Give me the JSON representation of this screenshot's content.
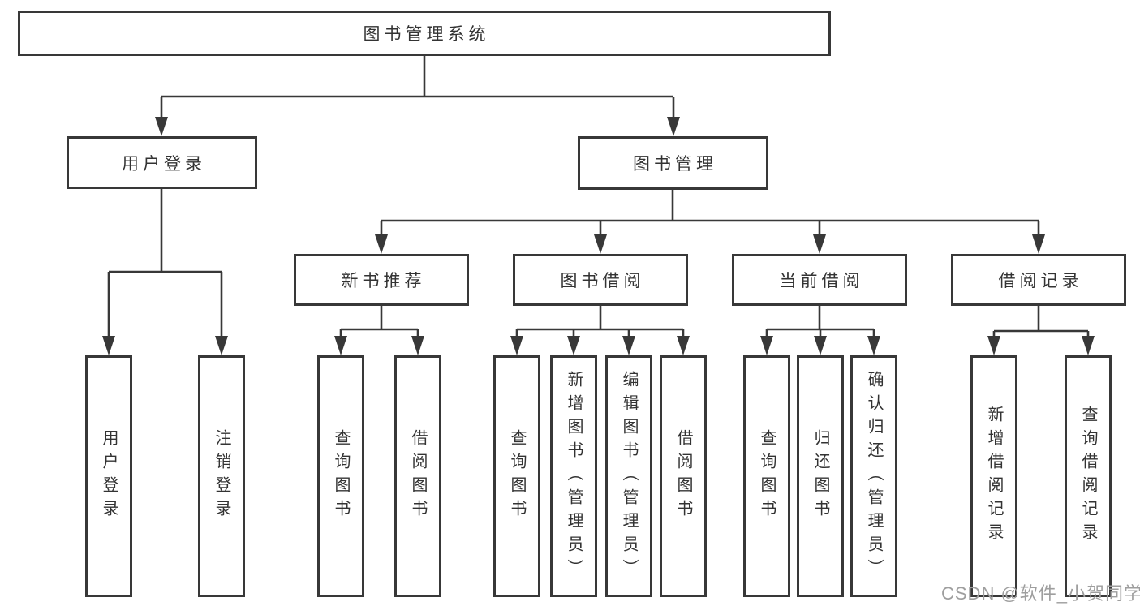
{
  "tree": {
    "root": {
      "label": "图书管理系统"
    },
    "branches": [
      {
        "label": "用户登录",
        "children": [
          {
            "label": "用户登录"
          },
          {
            "label": "注销登录"
          }
        ]
      },
      {
        "label": "图书管理",
        "children": [
          {
            "label": "新书推荐",
            "children": [
              {
                "label": "查询图书"
              },
              {
                "label": "借阅图书"
              }
            ]
          },
          {
            "label": "图书借阅",
            "children": [
              {
                "label": "查询图书"
              },
              {
                "label": "新增图书（管理员）"
              },
              {
                "label": "编辑图书（管理员）"
              },
              {
                "label": "借阅图书"
              }
            ]
          },
          {
            "label": "当前借阅",
            "children": [
              {
                "label": "查询图书"
              },
              {
                "label": "归还图书"
              },
              {
                "label": "确认归还（管理员）"
              }
            ]
          },
          {
            "label": "借阅记录",
            "children": [
              {
                "label": "新增借阅记录"
              },
              {
                "label": "查询借阅记录"
              }
            ]
          }
        ]
      }
    ]
  },
  "watermark": {
    "text": "CSDN @软件_小贺同学"
  },
  "colors": {
    "line": "#383838",
    "box_border": "#383838",
    "text": "#333333",
    "watermark": "#9e9e9e",
    "background": "#ffffff"
  }
}
